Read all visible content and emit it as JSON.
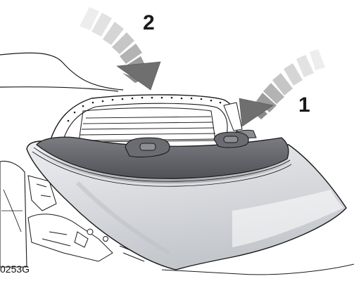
{
  "figure": {
    "step_1_label": "1",
    "step_2_label": "2",
    "figure_code": "0253G"
  },
  "colors": {
    "body_panel": "#d9dbdf",
    "body_panel_shadow": "#b9bcc2",
    "tonneau_cover": "#5f6166",
    "tonneau_cover_light": "#7a7c82",
    "arrow_dark": "#6f6f6f",
    "arrow_light": "#cfcfcf",
    "outline": "#1a1a1a"
  },
  "icons": {
    "press_arrow_left": "curved-press-arrow",
    "press_arrow_right": "curved-press-arrow"
  }
}
